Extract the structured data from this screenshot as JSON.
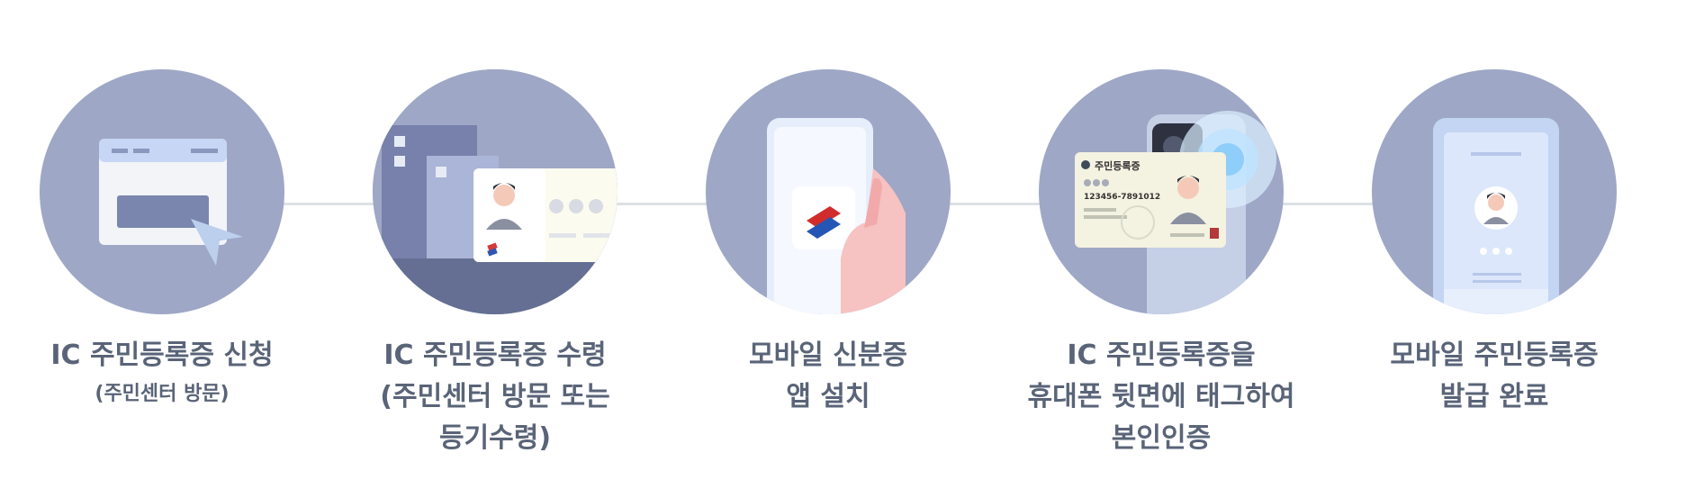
{
  "steps": [
    {
      "id": "apply",
      "icon": "browser-apply-icon",
      "lines": [
        "IC 주민등록증 신청"
      ],
      "sub": "(주민센터 방문)"
    },
    {
      "id": "receive",
      "icon": "id-card-receive-icon",
      "lines": [
        "IC 주민등록증 수령",
        "(주민센터 방문 또는",
        "등기수령)"
      ],
      "sub": ""
    },
    {
      "id": "install",
      "icon": "mobile-app-install-icon",
      "lines": [
        "모바일 신분증",
        "앱 설치"
      ],
      "sub": ""
    },
    {
      "id": "tag",
      "icon": "nfc-tag-icon",
      "card_title": "주민등록증",
      "card_number": "123456-7891012",
      "lines": [
        "IC 주민등록증을",
        "휴대폰 뒷면에 태그하여",
        "본인인증"
      ],
      "sub": ""
    },
    {
      "id": "issued",
      "icon": "mobile-id-issued-icon",
      "lines": [
        "모바일 주민등록증",
        "발급 완료"
      ],
      "sub": ""
    }
  ],
  "colors": {
    "circle": "#9ea7c6",
    "text": "#5a6478",
    "connector": "#dde1e6"
  }
}
